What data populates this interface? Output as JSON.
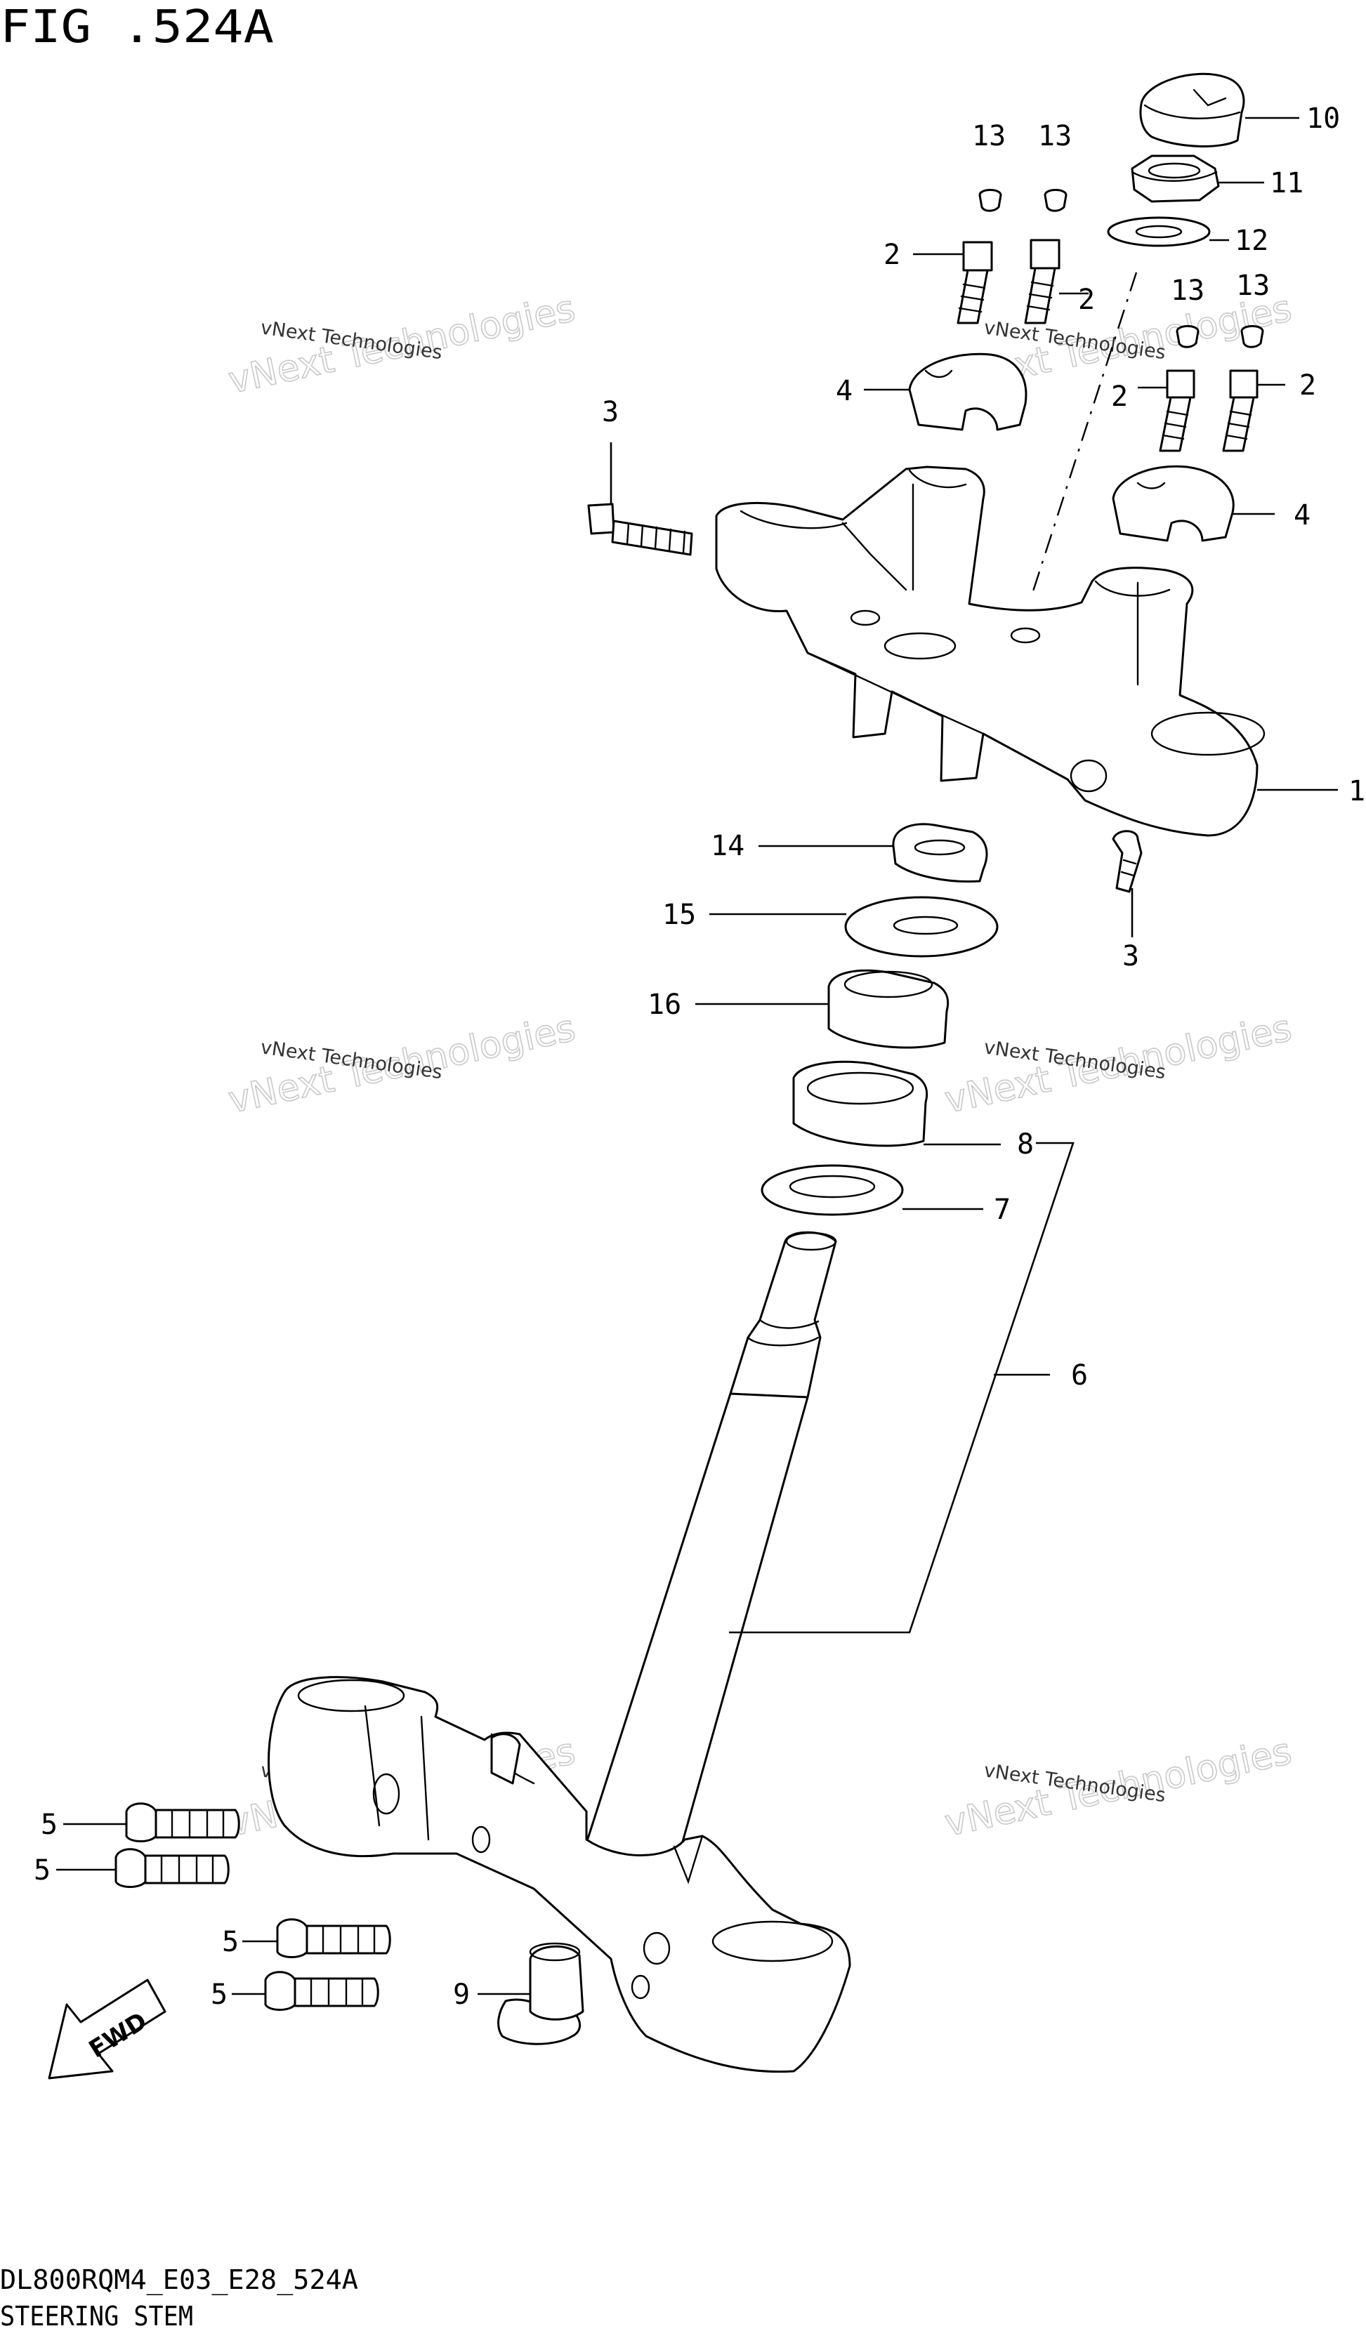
{
  "figure": {
    "title": "FIG .524A",
    "code": "DL800RQM4_E03_E28_524A",
    "subtitle": "STEERING STEM"
  },
  "watermark": {
    "line1": "vNext Technologies",
    "line2": "vNext Technologies"
  },
  "callouts": {
    "c1": "1",
    "c2a": "2",
    "c2b": "2",
    "c2c": "2",
    "c2d": "2",
    "c3a": "3",
    "c3b": "3",
    "c4a": "4",
    "c4b": "4",
    "c5a": "5",
    "c5b": "5",
    "c5c": "5",
    "c5d": "5",
    "c6": "6",
    "c7": "7",
    "c8": "8",
    "c9": "9",
    "c10": "10",
    "c11": "11",
    "c12": "12",
    "c13a": "13",
    "c13b": "13",
    "c13c": "13",
    "c13d": "13",
    "c14": "14",
    "c15": "15",
    "c16": "16"
  },
  "fwd_arrow": {
    "label": "FWD",
    "icon": "forward-direction-arrow-icon"
  }
}
